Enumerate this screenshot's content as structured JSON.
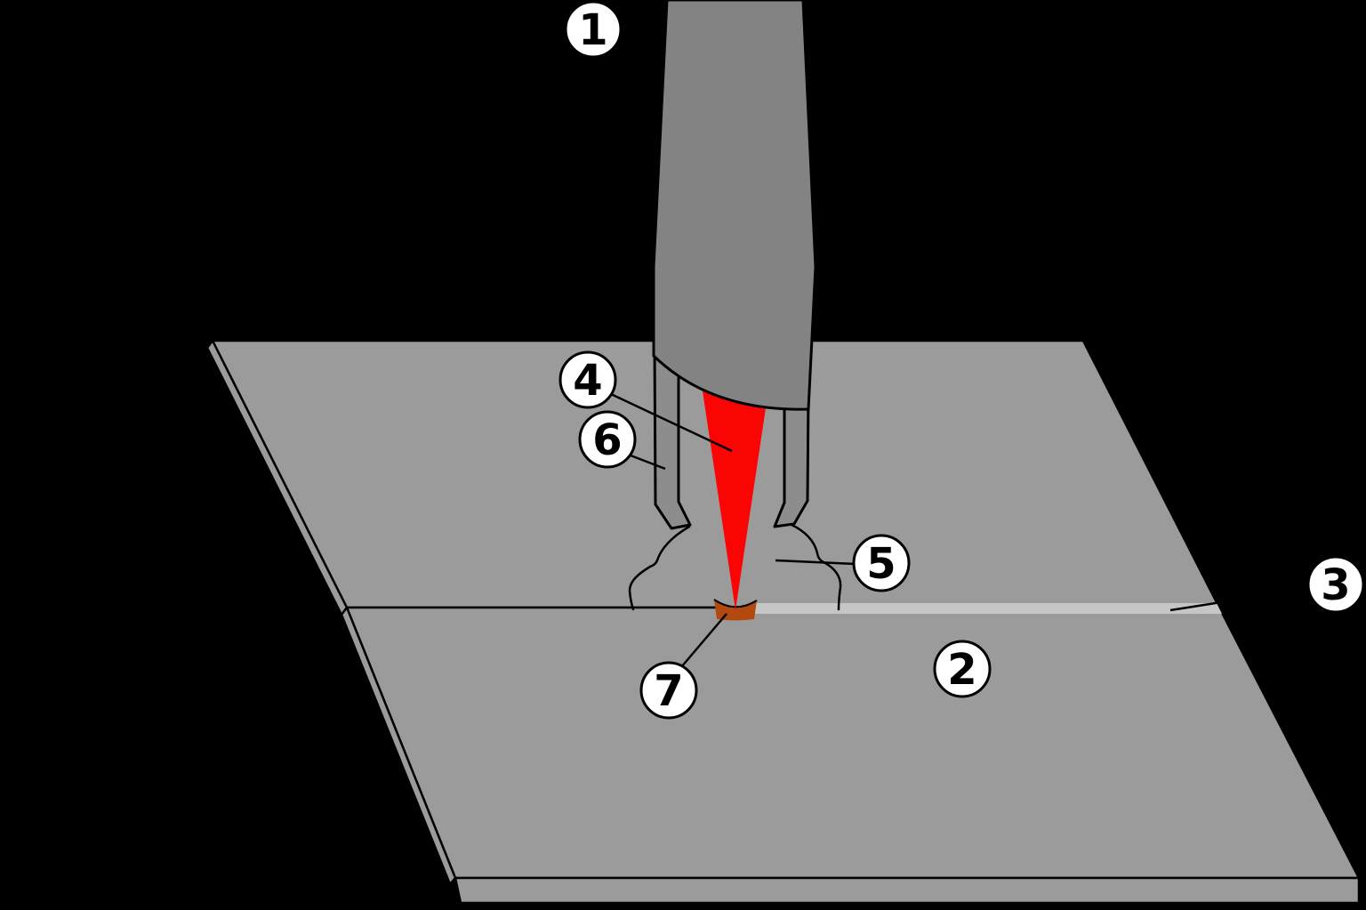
{
  "callouts": [
    {
      "label": "1"
    },
    {
      "label": "2"
    },
    {
      "label": "3"
    },
    {
      "label": "4"
    },
    {
      "label": "5"
    },
    {
      "label": "6"
    },
    {
      "label": "7"
    }
  ],
  "colors": {
    "background": "#000000",
    "outline": "#000000",
    "plate": "#9b9b9b",
    "torch_body": "#838383",
    "nozzle": "#8d8d8d",
    "arc_red": "#fb0404",
    "weld_pool": "#b2490e",
    "weld_seam_band": "#c6c6c6",
    "callout_fill": "#ffffff",
    "callout_text": "#000000"
  }
}
